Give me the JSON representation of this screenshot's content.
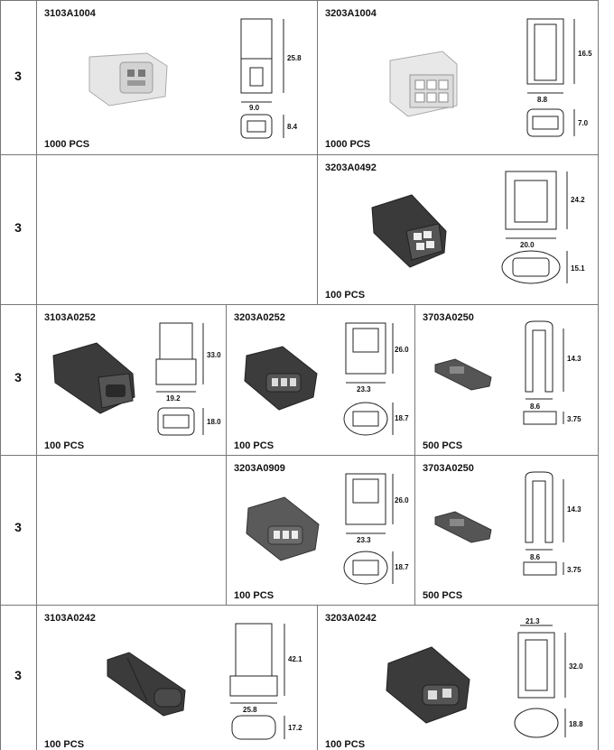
{
  "rows": [
    {
      "num": "3"
    },
    {
      "num": "3"
    },
    {
      "num": "3"
    },
    {
      "num": "3"
    },
    {
      "num": "3"
    }
  ],
  "cells": {
    "r1c1": {
      "code": "3103A1004",
      "qty": "1000 PCS",
      "dim_h": "25.8",
      "dim_w": "9.0",
      "dim_b": "8.4"
    },
    "r1c2": {
      "code": "3203A1004",
      "qty": "1000 PCS",
      "dim_h": "16.5",
      "dim_w": "8.8",
      "dim_b": "7.0"
    },
    "r2c2": {
      "code": "3203A0492",
      "qty": "100 PCS",
      "dim_h": "24.2",
      "dim_w": "20.0",
      "dim_b": "15.1"
    },
    "r3c1": {
      "code": "3103A0252",
      "qty": "100 PCS",
      "dim_h": "33.0",
      "dim_w": "19.2",
      "dim_b": "18.0"
    },
    "r3c2": {
      "code": "3203A0252",
      "qty": "100 PCS",
      "dim_h": "26.0",
      "dim_w": "23.3",
      "dim_b": "18.7"
    },
    "r3c3": {
      "code": "3703A0250",
      "qty": "500 PCS",
      "dim_h": "14.3",
      "dim_w": "8.6",
      "dim_b": "3.75"
    },
    "r4c2": {
      "code": "3203A0909",
      "qty": "100 PCS",
      "dim_h": "26.0",
      "dim_w": "23.3",
      "dim_b": "18.7"
    },
    "r4c3": {
      "code": "3703A0250",
      "qty": "500 PCS",
      "dim_h": "14.3",
      "dim_w": "8.6",
      "dim_b": "3.75"
    },
    "r5c1": {
      "code": "3103A0242",
      "qty": "100 PCS",
      "dim_h": "42.1",
      "dim_w": "25.8",
      "dim_b": "17.2"
    },
    "r5c2": {
      "code": "3203A0242",
      "qty": "100 PCS",
      "dim_h": "32.0",
      "dim_w": "21.3",
      "dim_b": "18.8"
    }
  }
}
